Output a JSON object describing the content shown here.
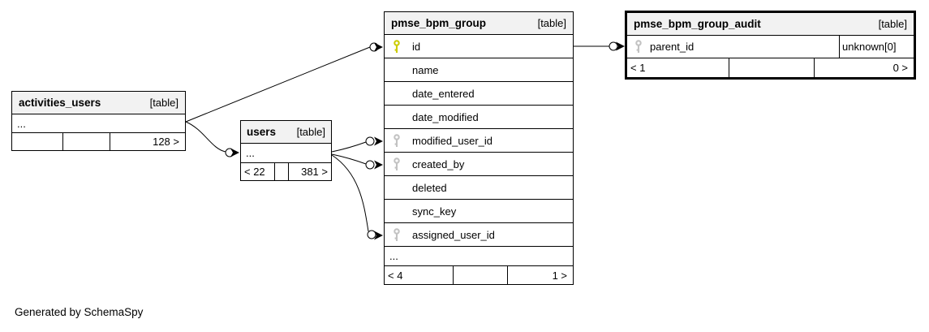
{
  "note": "Generated by SchemaSpy",
  "colors": {
    "border": "#000000",
    "header_bg": "#f2f2f2",
    "primary_key": "#cccc00",
    "foreign_key": "#c2c2c2"
  },
  "tables": {
    "activities_users": {
      "title": "activities_users",
      "tag": "[table]",
      "more": "...",
      "pager": {
        "left": "",
        "mid": "",
        "right": "128 >"
      }
    },
    "users": {
      "title": "users",
      "tag": "[table]",
      "more": "...",
      "pager": {
        "left": "< 22",
        "mid": "",
        "right": "381 >"
      }
    },
    "pmse_bpm_group": {
      "title": "pmse_bpm_group",
      "tag": "[table]",
      "columns": [
        {
          "label": "id",
          "key": "primary"
        },
        {
          "label": "name",
          "key": null
        },
        {
          "label": "date_entered",
          "key": null
        },
        {
          "label": "date_modified",
          "key": null
        },
        {
          "label": "modified_user_id",
          "key": "foreign"
        },
        {
          "label": "created_by",
          "key": "foreign"
        },
        {
          "label": "deleted",
          "key": null
        },
        {
          "label": "sync_key",
          "key": null
        },
        {
          "label": "assigned_user_id",
          "key": "foreign"
        }
      ],
      "more": "...",
      "pager": {
        "left": "< 4",
        "mid": "",
        "right": "1 >"
      }
    },
    "pmse_bpm_group_audit": {
      "title": "pmse_bpm_group_audit",
      "tag": "[table]",
      "columns": [
        {
          "label": "parent_id",
          "key": "foreign",
          "type": "unknown[0]"
        }
      ],
      "pager": {
        "left": "< 1",
        "mid": "",
        "right": "0 >"
      }
    }
  }
}
